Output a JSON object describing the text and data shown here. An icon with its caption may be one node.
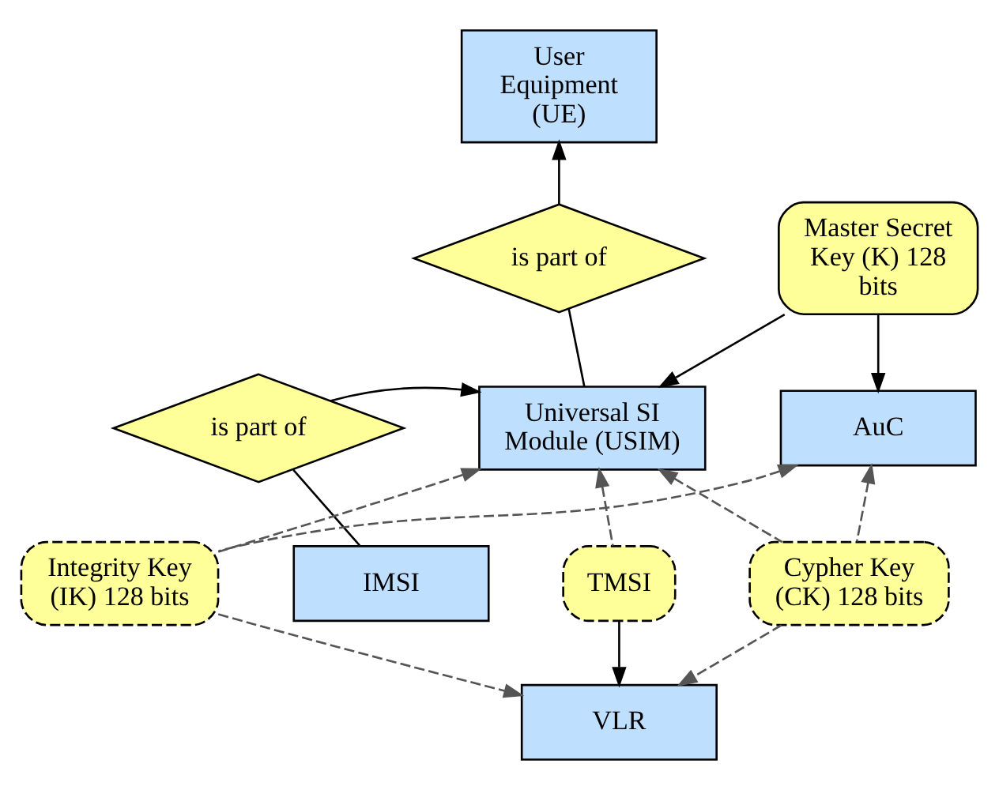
{
  "diagram": {
    "nodes": [
      {
        "text": [
          "User Equipment (UE)"
        ]
      },
      {
        "text": [
          "is part of"
        ]
      },
      {
        "text": [
          "Master Secret Key (K) 128 bits"
        ]
      },
      {
        "text": [
          "is part of"
        ]
      },
      {
        "text": [
          "Universal SI Module (USIM)"
        ]
      },
      {
        "text": [
          "AuC"
        ]
      },
      {
        "text": [
          "Integrity Key (IK) 128 bits"
        ]
      },
      {
        "text": [
          "IMSI"
        ]
      },
      {
        "text": [
          "Cypher Key (CK) 128 bits"
        ]
      },
      {
        "text": [
          "TMSI"
        ]
      },
      {
        "text": [
          "VLR"
        ]
      }
    ],
    "edges": [
      {
        "from": 7,
        "to": 3,
        "arrow": "none"
      },
      {
        "from": 3,
        "to": 4,
        "arrow": "to"
      },
      {
        "from": 4,
        "to": 1,
        "arrow": "none"
      },
      {
        "from": 1,
        "to": 0,
        "arrow": "to"
      },
      {
        "from": 2,
        "to": 4,
        "arrow": "to"
      },
      {
        "from": 2,
        "to": 5,
        "arrow": "to"
      },
      {
        "from": 6,
        "to": 4,
        "arrow": "to",
        "style": "dashed",
        "color": "#555555"
      },
      {
        "from": 6,
        "to": 5,
        "arrow": "to",
        "style": "dashed",
        "color": "#555555"
      },
      {
        "from": 8,
        "to": 5,
        "arrow": "to",
        "style": "dashed",
        "color": "#555555"
      },
      {
        "from": 9,
        "to": 4,
        "arrow": "to",
        "style": "dashed",
        "color": "#555555"
      },
      {
        "from": 8,
        "to": 4,
        "arrow": "to",
        "style": "dashed",
        "color": "#555555"
      },
      {
        "from": 9,
        "to": 10,
        "arrow": "to"
      },
      {
        "from": 6,
        "to": 10,
        "arrow": "to",
        "style": "dashed",
        "color": "#555555"
      },
      {
        "from": 8,
        "to": 10,
        "arrow": "to",
        "style": "dashed",
        "color": "#555555"
      }
    ]
  }
}
